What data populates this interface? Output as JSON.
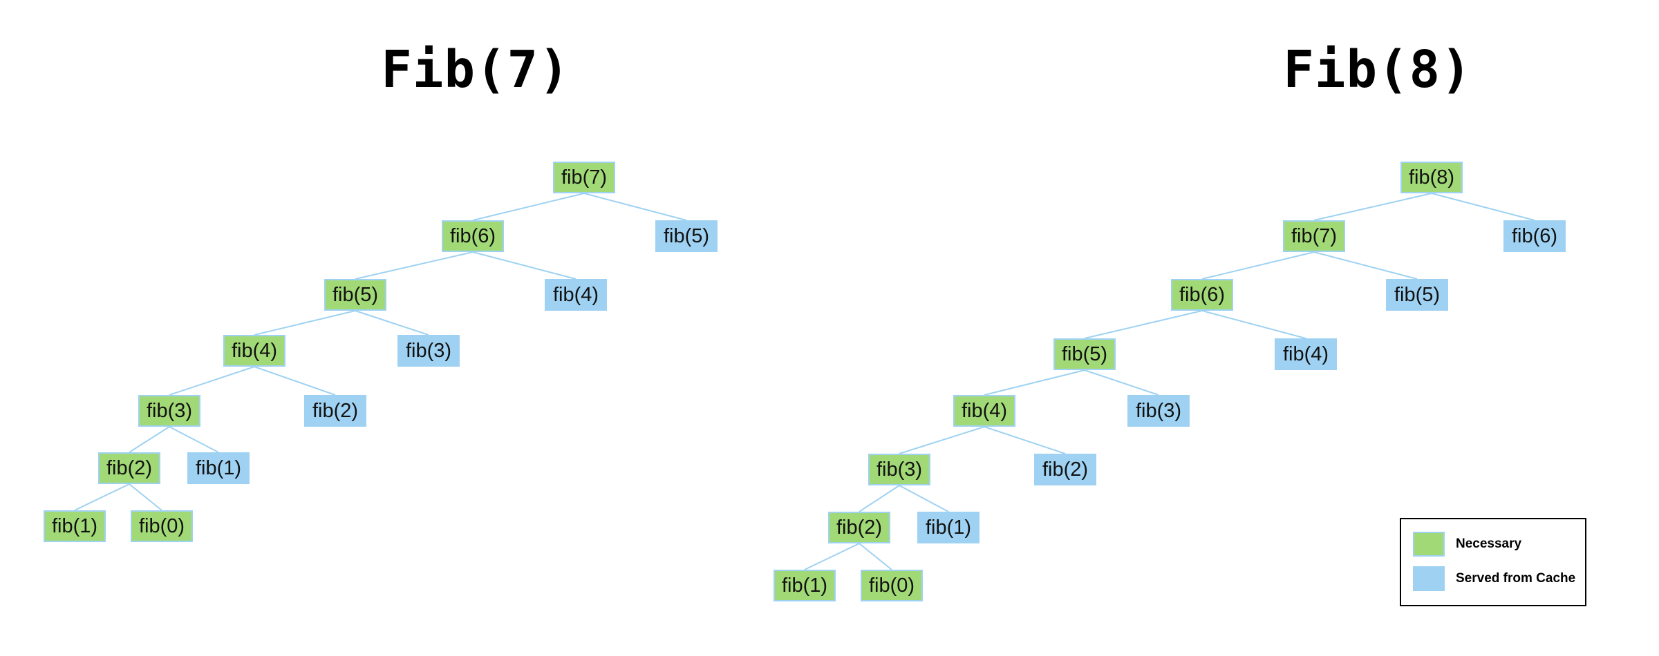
{
  "titles": {
    "left": "Fib(7)",
    "right": "Fib(8)"
  },
  "colors": {
    "necessary": "#a2d977",
    "cache": "#9fd2f2",
    "edge": "#9fd2f2"
  },
  "trees": {
    "fib7": [
      {
        "id": "a7",
        "label": "fib(7)",
        "kind": "necessary"
      },
      {
        "id": "a6",
        "label": "fib(6)",
        "kind": "necessary",
        "parent": "a7"
      },
      {
        "id": "a5c",
        "label": "fib(5)",
        "kind": "cache",
        "parent": "a7"
      },
      {
        "id": "a5",
        "label": "fib(5)",
        "kind": "necessary",
        "parent": "a6"
      },
      {
        "id": "a4c",
        "label": "fib(4)",
        "kind": "cache",
        "parent": "a6"
      },
      {
        "id": "a4",
        "label": "fib(4)",
        "kind": "necessary",
        "parent": "a5"
      },
      {
        "id": "a3c",
        "label": "fib(3)",
        "kind": "cache",
        "parent": "a5"
      },
      {
        "id": "a3",
        "label": "fib(3)",
        "kind": "necessary",
        "parent": "a4"
      },
      {
        "id": "a2c",
        "label": "fib(2)",
        "kind": "cache",
        "parent": "a4"
      },
      {
        "id": "a2",
        "label": "fib(2)",
        "kind": "necessary",
        "parent": "a3"
      },
      {
        "id": "a1c",
        "label": "fib(1)",
        "kind": "cache",
        "parent": "a3"
      },
      {
        "id": "a1",
        "label": "fib(1)",
        "kind": "necessary",
        "parent": "a2"
      },
      {
        "id": "a0",
        "label": "fib(0)",
        "kind": "necessary",
        "parent": "a2"
      }
    ],
    "fib8": [
      {
        "id": "b8",
        "label": "fib(8)",
        "kind": "necessary"
      },
      {
        "id": "b7",
        "label": "fib(7)",
        "kind": "necessary",
        "parent": "b8"
      },
      {
        "id": "b6c",
        "label": "fib(6)",
        "kind": "cache",
        "parent": "b8"
      },
      {
        "id": "b6",
        "label": "fib(6)",
        "kind": "necessary",
        "parent": "b7"
      },
      {
        "id": "b5c",
        "label": "fib(5)",
        "kind": "cache",
        "parent": "b7"
      },
      {
        "id": "b5",
        "label": "fib(5)",
        "kind": "necessary",
        "parent": "b6"
      },
      {
        "id": "b4c",
        "label": "fib(4)",
        "kind": "cache",
        "parent": "b6"
      },
      {
        "id": "b4",
        "label": "fib(4)",
        "kind": "necessary",
        "parent": "b5"
      },
      {
        "id": "b3c",
        "label": "fib(3)",
        "kind": "cache",
        "parent": "b5"
      },
      {
        "id": "b3",
        "label": "fib(3)",
        "kind": "necessary",
        "parent": "b4"
      },
      {
        "id": "b2c",
        "label": "fib(2)",
        "kind": "cache",
        "parent": "b4"
      },
      {
        "id": "b2",
        "label": "fib(2)",
        "kind": "necessary",
        "parent": "b3"
      },
      {
        "id": "b1c",
        "label": "fib(1)",
        "kind": "cache",
        "parent": "b3"
      },
      {
        "id": "b1",
        "label": "fib(1)",
        "kind": "necessary",
        "parent": "b2"
      },
      {
        "id": "b0",
        "label": "fib(0)",
        "kind": "necessary",
        "parent": "b2"
      }
    ]
  },
  "legend": {
    "necessary": "Necessary",
    "cache": "Served from Cache"
  }
}
